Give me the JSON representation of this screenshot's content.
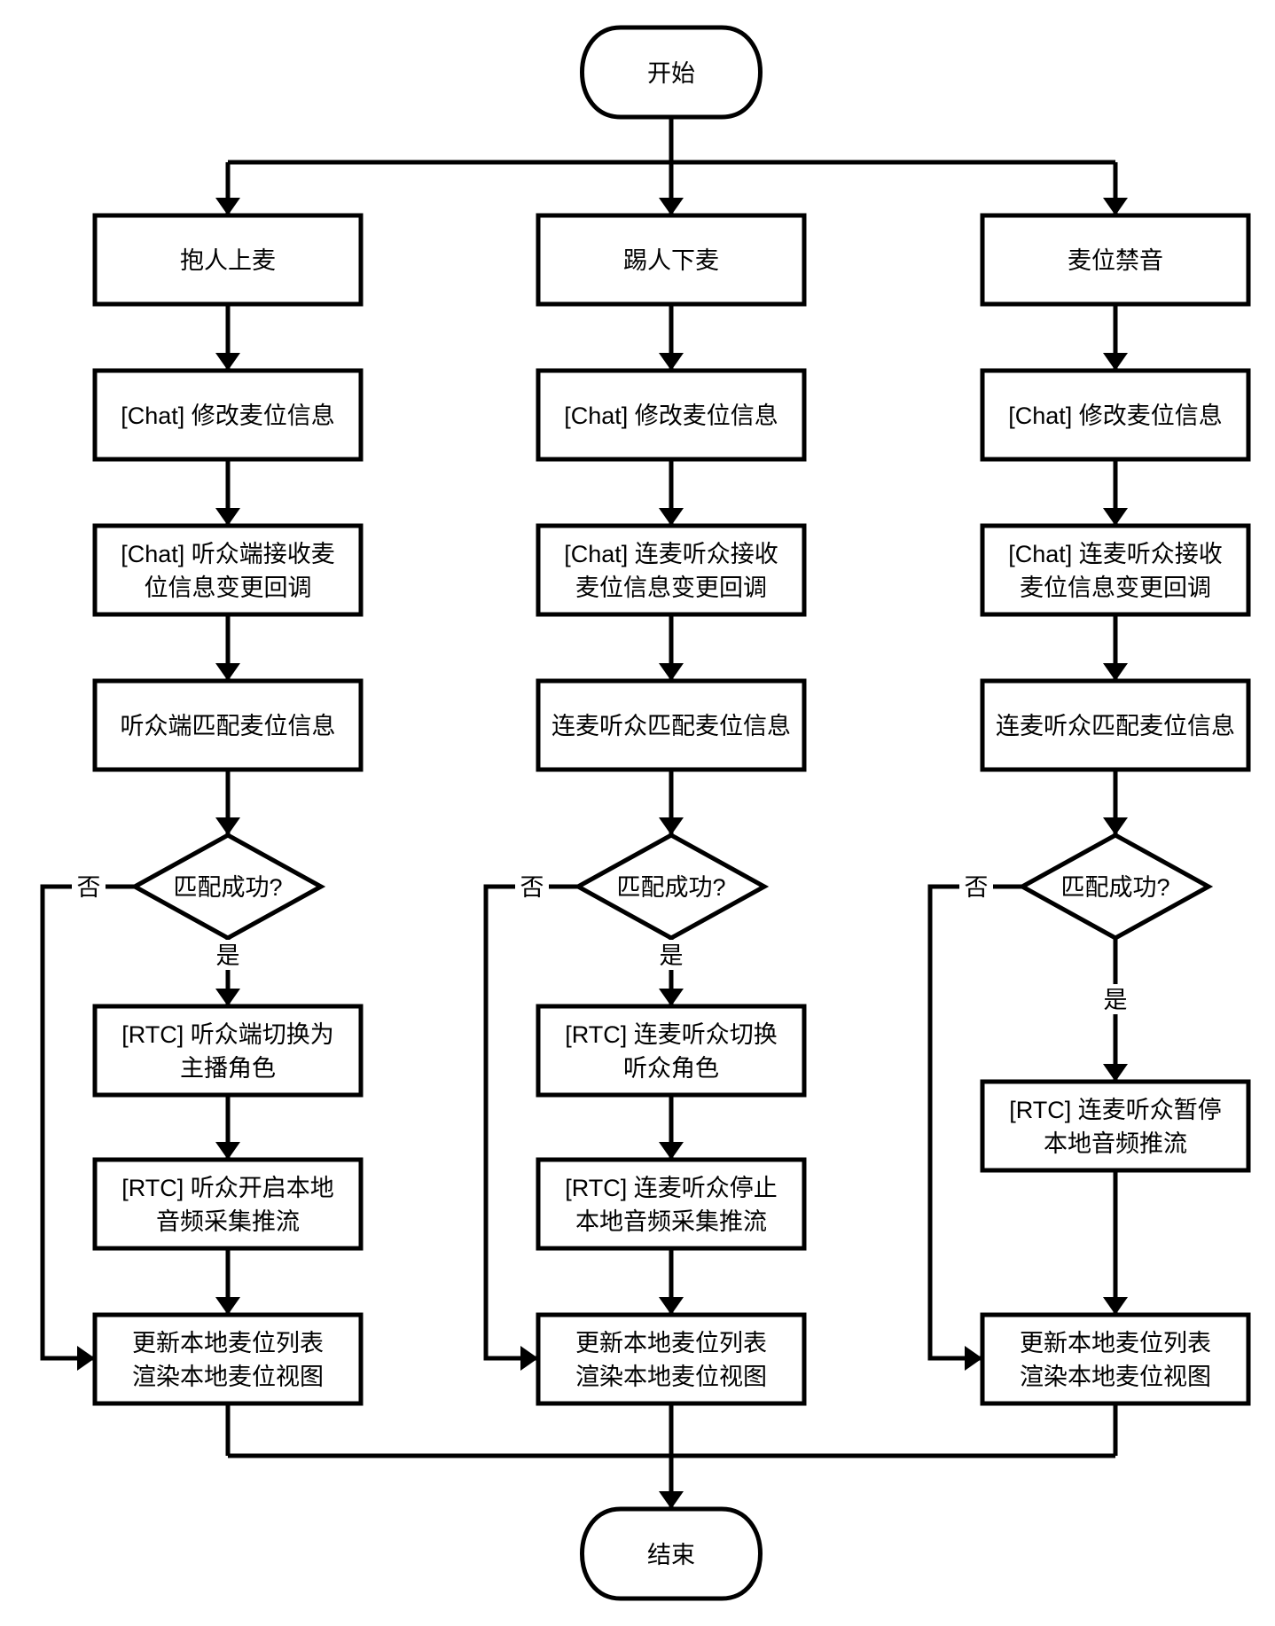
{
  "colors": {
    "line": "#000000",
    "background": "#ffffff"
  },
  "flow": {
    "start": "开始",
    "end": "结束",
    "columns": [
      {
        "title": "抱人上麦",
        "modify": "[Chat] 修改麦位信息",
        "receive1": "[Chat] 听众端接收麦",
        "receive2": "位信息变更回调",
        "match": "听众端匹配麦位信息",
        "decision": "匹配成功?",
        "no": "否",
        "yes": "是",
        "rtc1a": "[RTC] 听众端切换为",
        "rtc1b": "主播角色",
        "rtc2a": "[RTC] 听众开启本地",
        "rtc2b": "音频采集推流",
        "update1": "更新本地麦位列表",
        "update2": "渲染本地麦位视图"
      },
      {
        "title": "踢人下麦",
        "modify": "[Chat] 修改麦位信息",
        "receive1": "[Chat] 连麦听众接收",
        "receive2": "麦位信息变更回调",
        "match": "连麦听众匹配麦位信息",
        "decision": "匹配成功?",
        "no": "否",
        "yes": "是",
        "rtc1a": "[RTC] 连麦听众切换",
        "rtc1b": "听众角色",
        "rtc2a": "[RTC] 连麦听众停止",
        "rtc2b": "本地音频采集推流",
        "update1": "更新本地麦位列表",
        "update2": "渲染本地麦位视图"
      },
      {
        "title": "麦位禁音",
        "modify": "[Chat] 修改麦位信息",
        "receive1": "[Chat] 连麦听众接收",
        "receive2": "麦位信息变更回调",
        "match": "连麦听众匹配麦位信息",
        "decision": "匹配成功?",
        "no": "否",
        "yes": "是",
        "rtc1a": "[RTC] 连麦听众暂停",
        "rtc1b": "本地音频推流",
        "update1": "更新本地麦位列表",
        "update2": "渲染本地麦位视图"
      }
    ]
  }
}
